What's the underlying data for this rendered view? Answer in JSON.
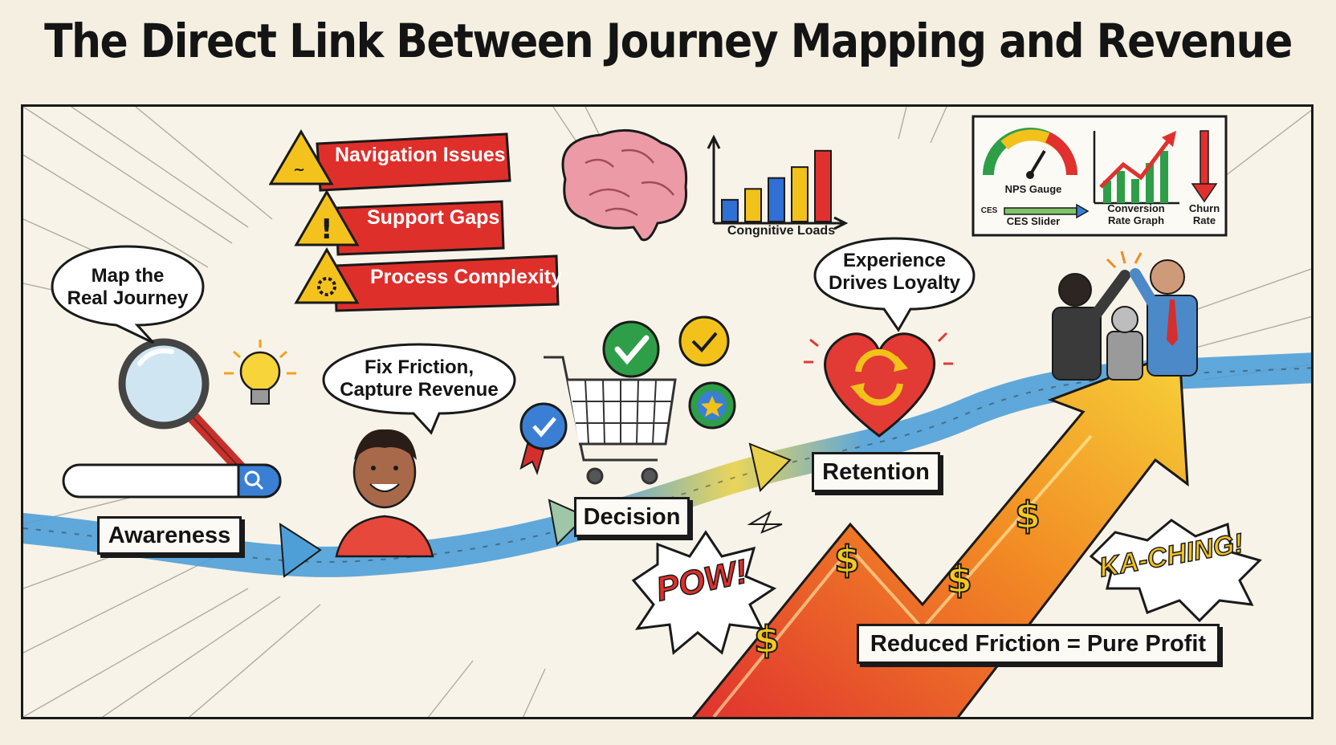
{
  "title": "The Direct Link Between Journey Mapping and Revenue",
  "stages": [
    "Awareness",
    "Decision",
    "Retention"
  ],
  "bubbles": {
    "map_journey": [
      "Map the",
      "Real Journey"
    ],
    "fix_friction": [
      "Fix Friction,",
      "Capture Revenue"
    ],
    "experience": [
      "Experience",
      "Drives Loyalty"
    ]
  },
  "friction_points": [
    "Navigation Issues",
    "Support Gaps",
    "Process Complexity"
  ],
  "cognitive_chart": {
    "label": "Congnitive Loads",
    "bars": [
      {
        "value": 2,
        "color": "#2f6fd6"
      },
      {
        "value": 3,
        "color": "#f2c21a"
      },
      {
        "value": 4,
        "color": "#2f6fd6"
      },
      {
        "value": 5,
        "color": "#f2c21a"
      },
      {
        "value": 6.5,
        "color": "#e0312f"
      }
    ],
    "max": 7
  },
  "metrics": {
    "nps": "NPS Gauge",
    "ces_prefix": "CES",
    "ces": "CES Slider",
    "conversion": "Conversion\nRate Graph",
    "churn": "Churn\nRate"
  },
  "effects": {
    "pow": "POW!",
    "kaching": "KA-CHING!"
  },
  "footer_label": "Reduced Friction = Pure Profit",
  "colors": {
    "red": "#df2f2b",
    "yellow": "#f4c21d",
    "blue": "#3f8fd6",
    "green": "#2e9e48",
    "ink": "#1a1a1a"
  }
}
